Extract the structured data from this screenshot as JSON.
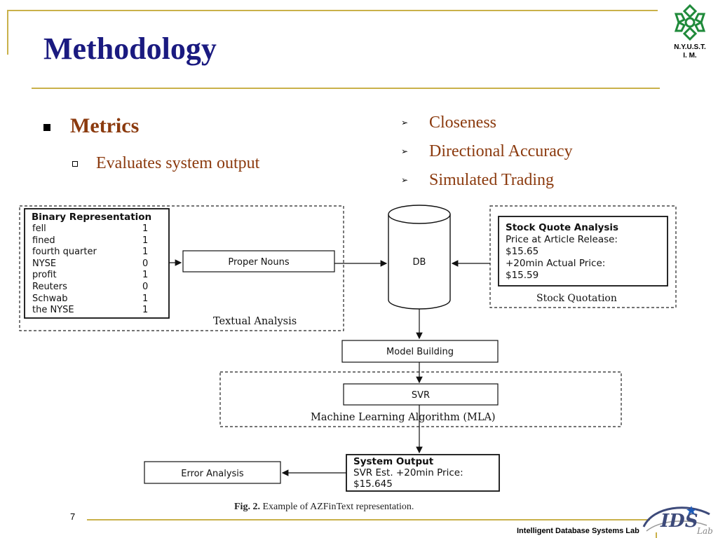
{
  "slide": {
    "title": "Methodology",
    "logo_text_line1": "N.Y.U.S.T.",
    "logo_text_line2": "I. M.",
    "bullet_level1": "Metrics",
    "bullet_level2": "Evaluates system output",
    "metrics_list": [
      "Closeness",
      "Directional Accuracy",
      "Simulated Trading"
    ],
    "page_number": "7",
    "footer_lab": "Intelligent Database Systems Lab",
    "footer_logo_text": "IDS",
    "footer_logo_sub": "Lab",
    "accent_color": "#c9b14a",
    "title_color": "#1a1a80",
    "text_color": "#8b3a0e"
  },
  "diagram": {
    "binary": {
      "title": "Binary Representation",
      "rows": [
        {
          "term": "fell",
          "value": "1"
        },
        {
          "term": "fined",
          "value": "1"
        },
        {
          "term": "fourth quarter",
          "value": "1"
        },
        {
          "term": "NYSE",
          "value": "0"
        },
        {
          "term": "profit",
          "value": "1"
        },
        {
          "term": "Reuters",
          "value": "0"
        },
        {
          "term": "Schwab",
          "value": "1"
        },
        {
          "term": "the NYSE",
          "value": "1"
        }
      ]
    },
    "textual_label": "Textual Analysis",
    "proper_nouns": "Proper Nouns",
    "db": "DB",
    "stock_quote": {
      "title": "Stock Quote Analysis",
      "line1": "Price at Article Release:",
      "line2": "$15.65",
      "line3": "+20min Actual Price:",
      "line4": "$15.59"
    },
    "stock_label": "Stock Quotation",
    "model_building": "Model Building",
    "svr": "SVR",
    "mla_label": "Machine Learning Algorithm (MLA)",
    "system_output": {
      "title": "System Output",
      "line1": "SVR Est. +20min Price:",
      "line2": "$15.645"
    },
    "error_analysis": "Error Analysis",
    "caption_fig": "Fig. 2.",
    "caption_text": "Example of AZFinText representation."
  }
}
